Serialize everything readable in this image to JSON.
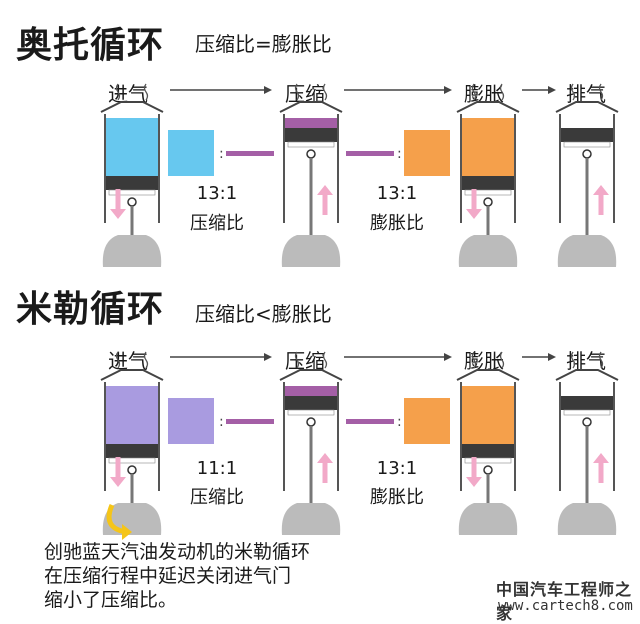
{
  "otto": {
    "title": "奥托循环",
    "subtitle": "压缩比=膨胀比",
    "phases": [
      "进气",
      "压缩",
      "膨胀",
      "排气"
    ],
    "compression_ratio": "13:1",
    "compression_label": "压缩比",
    "expansion_ratio": "13:1",
    "expansion_label": "膨胀比"
  },
  "miller": {
    "title": "米勒循环",
    "subtitle": "压缩比<膨胀比",
    "phases": [
      "进气",
      "压缩",
      "膨胀",
      "排气"
    ],
    "compression_ratio": "11:1",
    "compression_label": "压缩比",
    "expansion_ratio": "13:1",
    "expansion_label": "膨胀比"
  },
  "caption": {
    "line1": "创驰蓝天汽油发动机的米勒循环",
    "line2": "在压缩行程中延迟关闭进气门",
    "line3": "缩小了压缩比。"
  },
  "watermark": {
    "name": "中国汽车工程师之家",
    "url": "www.cartech8.com"
  },
  "colors": {
    "intake_otto": "#67c8ef",
    "intake_miller": "#a99be0",
    "compressed": "#a45fa6",
    "expansion": "#f5a04b",
    "piston": "#3a3a3a",
    "crank": "#bbbbbb",
    "arrow": "#f2a9c8",
    "swirl": "#f5c518"
  }
}
